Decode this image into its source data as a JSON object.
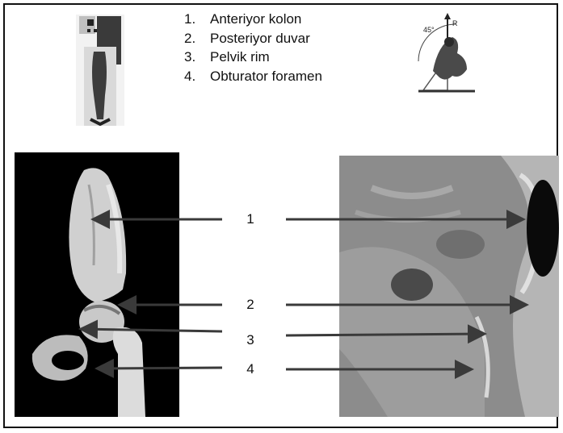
{
  "legend": {
    "items": [
      {
        "number": "1.",
        "label": "Anteriyor kolon"
      },
      {
        "number": "2.",
        "label": "Posteriyor duvar"
      },
      {
        "number": "3.",
        "label": "Pelvik rim"
      },
      {
        "number": "4.",
        "label": "Obturator foramen"
      }
    ]
  },
  "markers": [
    "1",
    "2",
    "3",
    "4"
  ],
  "diagram_labels": {
    "angle": "45°",
    "ray": "R"
  },
  "colors": {
    "arrow": "#3a3a3a",
    "frame": "#111111",
    "background_dark": "#000000"
  }
}
